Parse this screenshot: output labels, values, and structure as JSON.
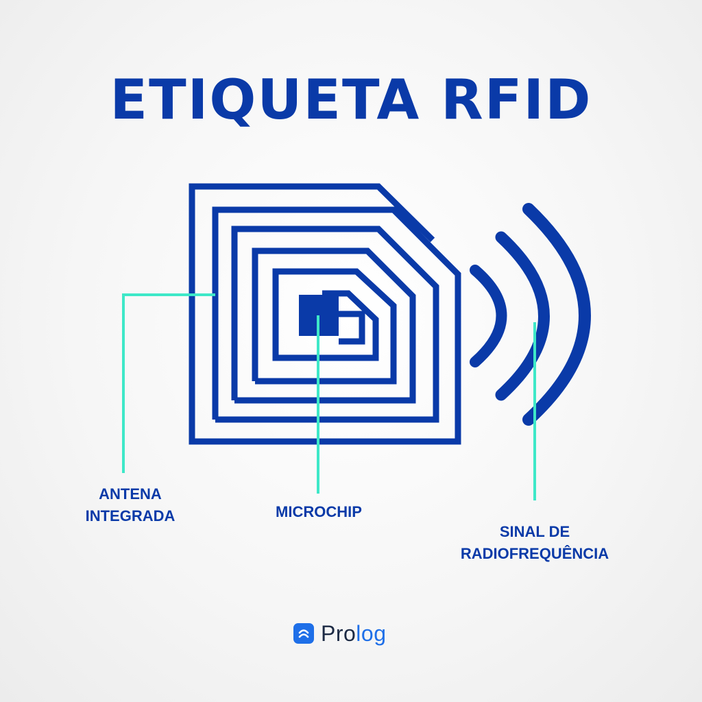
{
  "title": "ETIQUETA RFID",
  "labels": {
    "antenna": [
      "ANTENA",
      "INTEGRADA"
    ],
    "microchip": "MICROCHIP",
    "signal": [
      "SINAL DE",
      "RADIOFREQUÊNCIA"
    ]
  },
  "brand": {
    "name_part1": "Pro",
    "name_part2": "log",
    "icon": "prolog-logo-icon"
  },
  "colors": {
    "primary": "#0a3aa8",
    "leader_line": "#3ee8c8",
    "brand_accent": "#1e6fe8",
    "brand_text": "#1c2a44"
  }
}
